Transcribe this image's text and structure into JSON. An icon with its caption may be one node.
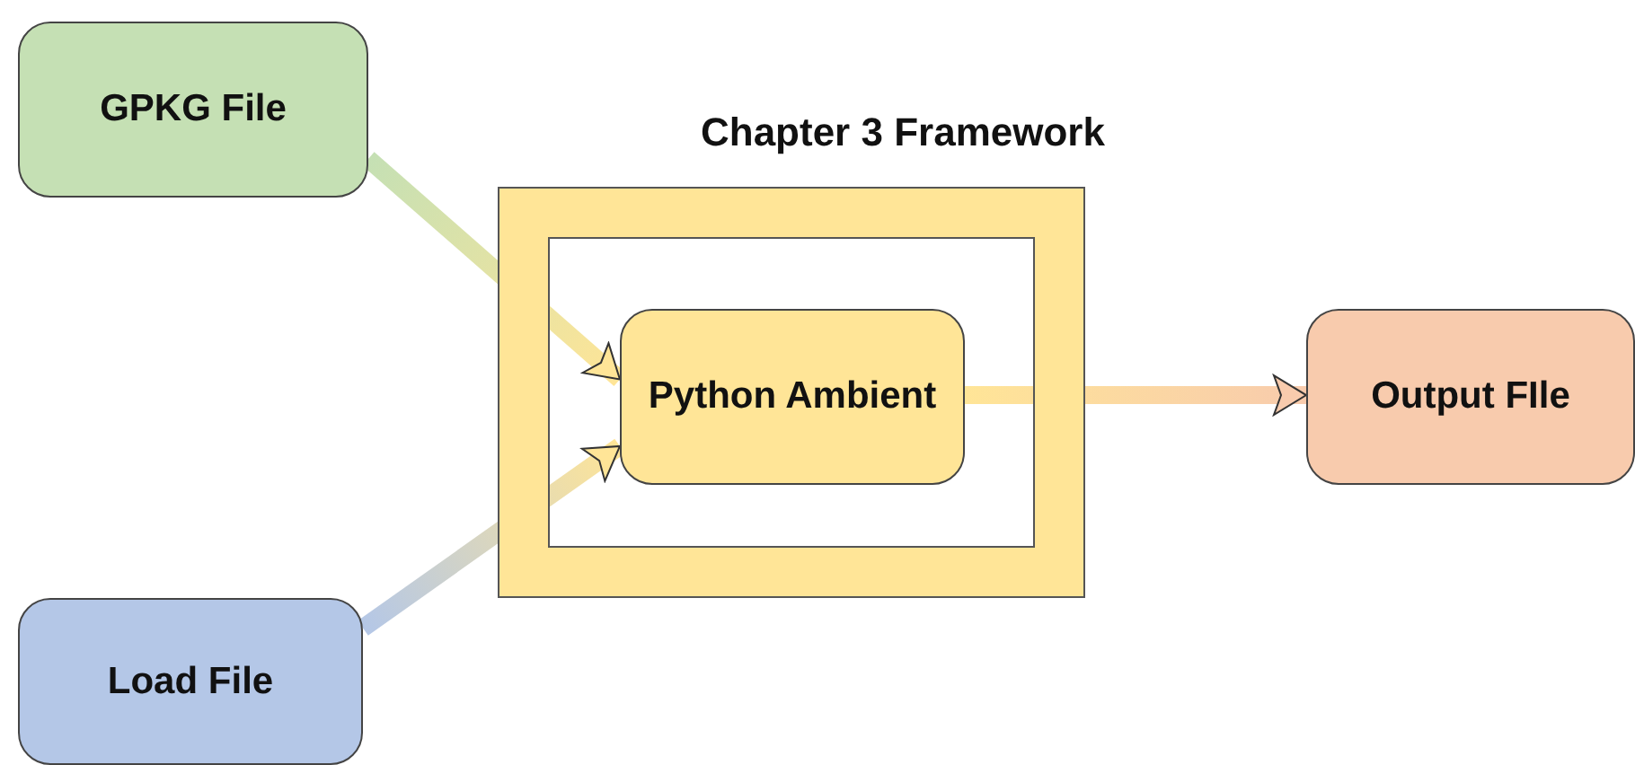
{
  "diagram": {
    "nodes": [
      {
        "text": [
          "GPKG File"
        ]
      },
      {
        "text": [
          "Chapter 3 Framework"
        ]
      },
      {
        "text": [
          "Python Ambient"
        ],
        "in": 1
      },
      {
        "text": [
          "Output FIle"
        ]
      },
      {
        "text": [
          "Load File"
        ]
      }
    ],
    "edges": [
      {
        "from": 0,
        "to": 2,
        "arrow": "to"
      },
      {
        "from": 4,
        "to": 2,
        "arrow": "to"
      },
      {
        "from": 2,
        "to": 3,
        "arrow": "to"
      }
    ]
  }
}
